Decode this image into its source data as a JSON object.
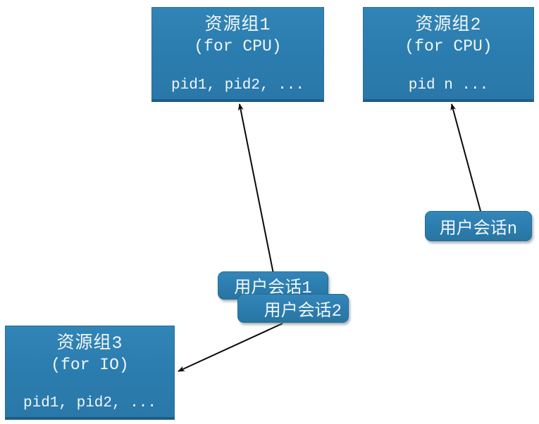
{
  "diagram": {
    "background_color": "#ffffff",
    "node_fill_color": "#2c7db0",
    "node_edge_color": "#1d5d85",
    "node_text_color": "#f2f7fa",
    "arrow_color": "#0a0a0a",
    "resource_groups": [
      {
        "title": "资源组1",
        "subtitle": "(for CPU)",
        "pids": "pid1, pid2, ..."
      },
      {
        "title": "资源组2",
        "subtitle": "(for CPU)",
        "pids": "pid n ..."
      },
      {
        "title": "资源组3",
        "subtitle": "(for IO)",
        "pids": "pid1, pid2, ..."
      }
    ],
    "sessions": [
      {
        "label": "用户会话1"
      },
      {
        "label": "用户会话2"
      },
      {
        "label": "用户会话n"
      }
    ],
    "edges": [
      {
        "from": "用户会话1",
        "to": "资源组1"
      },
      {
        "from": "用户会话n",
        "to": "资源组2"
      },
      {
        "from": "用户会话2",
        "to": "资源组3"
      }
    ]
  }
}
